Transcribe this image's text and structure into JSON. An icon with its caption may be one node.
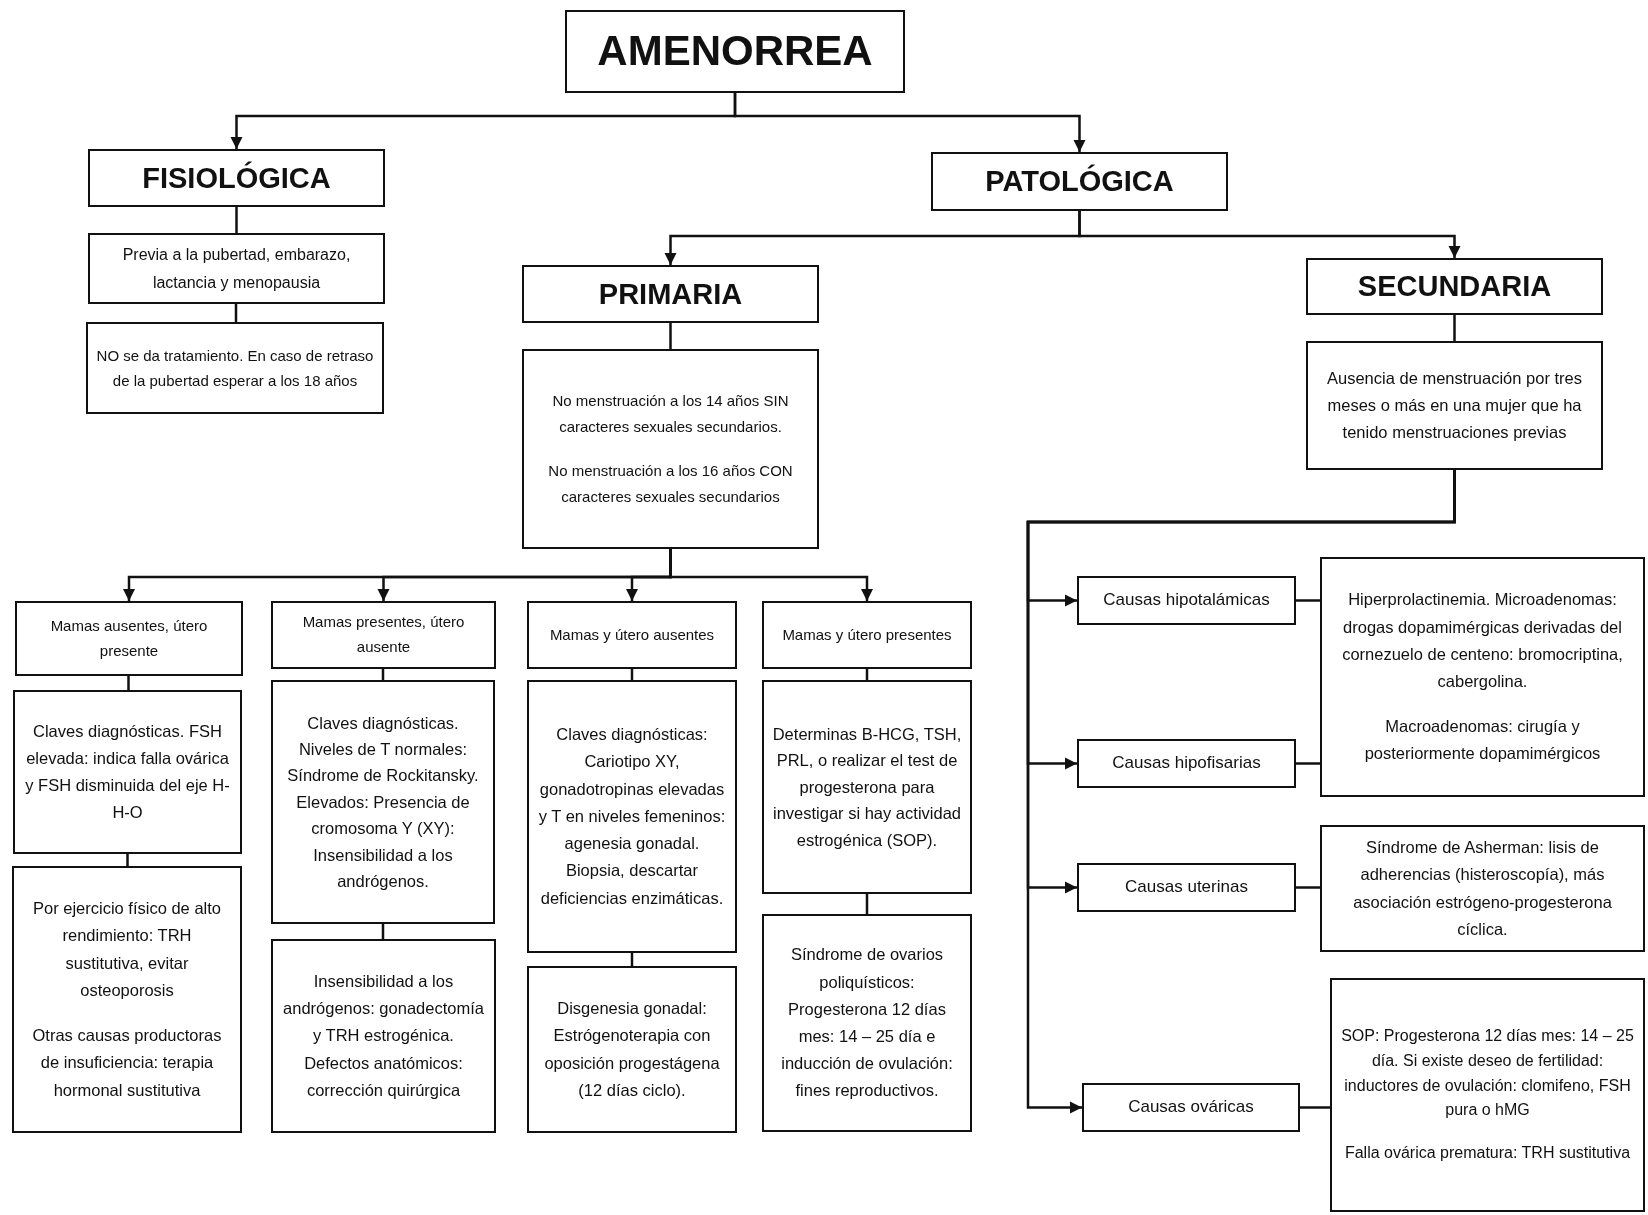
{
  "diagram": {
    "nodes": [
      {
        "text": [
          "AMENORREA"
        ]
      },
      {
        "text": [
          "FISIOLÓGICA"
        ]
      },
      {
        "text": [
          "Previa a la pubertad, embarazo, lactancia y menopausia"
        ]
      },
      {
        "text": [
          "NO se da tratamiento. En caso de retraso de la pubertad esperar a los 18 años"
        ]
      },
      {
        "text": [
          "PATOLÓGICA"
        ]
      },
      {
        "text": [
          "PRIMARIA"
        ]
      },
      {
        "text": [
          "No menstruación a los 14 años SIN caracteres sexuales secundarios.",
          "No menstruación a los 16 años CON caracteres sexuales secundarios"
        ]
      },
      {
        "text": [
          "SECUNDARIA"
        ]
      },
      {
        "text": [
          "Ausencia de menstruación por tres meses o más en una mujer que ha tenido menstruaciones previas"
        ]
      },
      {
        "text": [
          "Mamas ausentes, útero presente"
        ]
      },
      {
        "text": [
          "Claves diagnósticas. FSH elevada: indica falla ovárica y FSH disminuida del eje H- H-O"
        ]
      },
      {
        "text": [
          "Por ejercicio físico de alto rendimiento: TRH sustitutiva, evitar osteoporosis",
          "Otras causas productoras de insuficiencia: terapia hormonal sustitutiva"
        ]
      },
      {
        "text": [
          "Mamas presentes, útero ausente"
        ]
      },
      {
        "text": [
          "Claves diagnósticas. Niveles de T normales: Síndrome de Rockitansky. Elevados: Presencia de cromosoma Y (XY): Insensibilidad a los andrógenos."
        ]
      },
      {
        "text": [
          "Insensibilidad a los andrógenos: gonadectomía y TRH estrogénica. Defectos anatómicos: corrección quirúrgica"
        ]
      },
      {
        "text": [
          "Mamas y útero ausentes"
        ]
      },
      {
        "text": [
          "Claves diagnósticas: Cariotipo XY, gonadotropinas elevadas y T en niveles femeninos: agenesia gonadal. Biopsia, descartar deficiencias enzimáticas."
        ]
      },
      {
        "text": [
          "Disgenesia gonadal: Estrógenoterapia con oposición progestágena (12 días ciclo)."
        ]
      },
      {
        "text": [
          "Mamas y útero presentes"
        ]
      },
      {
        "text": [
          "Determinas B-HCG, TSH, PRL, o realizar el test de progesterona para investigar si hay actividad estrogénica (SOP)."
        ]
      },
      {
        "text": [
          "Síndrome de ovarios poliquísticos: Progesterona 12 días mes: 14 – 25 día e inducción de ovulación: fines reproductivos."
        ]
      },
      {
        "text": [
          "Causas hipotalámicas"
        ]
      },
      {
        "text": [
          "Causas hipofisarias"
        ]
      },
      {
        "text": [
          "Causas uterinas"
        ]
      },
      {
        "text": [
          "Causas ováricas"
        ]
      },
      {
        "text": [
          "Hiperprolactinemia. Microadenomas: drogas dopamimérgicas derivadas del cornezuelo de centeno: bromocriptina,  cabergolina.",
          "Macroadenomas: cirugía y posteriormente dopamimérgicos"
        ]
      },
      {
        "text": [
          "Síndrome de Asherman: lisis de adherencias (histeroscopía), más asociación estrógeno-progesterona cíclica."
        ]
      },
      {
        "text": [
          "SOP: Progesterona 12 días mes: 14 – 25 día. Si existe deseo de fertilidad: inductores de ovulación: clomifeno, FSH pura o hMG",
          "Falla ovárica prematura: TRH sustitutiva"
        ]
      }
    ],
    "edges": [
      {
        "from": 0,
        "to": 1,
        "arrow": "to"
      },
      {
        "from": 0,
        "to": 4,
        "arrow": "to"
      },
      {
        "from": 1,
        "to": 2,
        "arrow": "none"
      },
      {
        "from": 2,
        "to": 3,
        "arrow": "none"
      },
      {
        "from": 4,
        "to": 5,
        "arrow": "to"
      },
      {
        "from": 4,
        "to": 7,
        "arrow": "to"
      },
      {
        "from": 5,
        "to": 6,
        "arrow": "none"
      },
      {
        "from": 7,
        "to": 8,
        "arrow": "none"
      },
      {
        "from": 6,
        "to": 9,
        "arrow": "to"
      },
      {
        "from": 6,
        "to": 12,
        "arrow": "to"
      },
      {
        "from": 6,
        "to": 15,
        "arrow": "to"
      },
      {
        "from": 6,
        "to": 18,
        "arrow": "to"
      },
      {
        "from": 9,
        "to": 10,
        "arrow": "none"
      },
      {
        "from": 10,
        "to": 11,
        "arrow": "none"
      },
      {
        "from": 12,
        "to": 13,
        "arrow": "none"
      },
      {
        "from": 13,
        "to": 14,
        "arrow": "none"
      },
      {
        "from": 15,
        "to": 16,
        "arrow": "none"
      },
      {
        "from": 16,
        "to": 17,
        "arrow": "none"
      },
      {
        "from": 18,
        "to": 19,
        "arrow": "none"
      },
      {
        "from": 19,
        "to": 20,
        "arrow": "none"
      },
      {
        "from": 8,
        "to": 21,
        "arrow": "to"
      },
      {
        "from": 8,
        "to": 22,
        "arrow": "to"
      },
      {
        "from": 8,
        "to": 23,
        "arrow": "to"
      },
      {
        "from": 8,
        "to": 24,
        "arrow": "to"
      },
      {
        "from": 21,
        "to": 25,
        "arrow": "none"
      },
      {
        "from": 22,
        "to": 25,
        "arrow": "none"
      },
      {
        "from": 23,
        "to": 26,
        "arrow": "none"
      },
      {
        "from": 24,
        "to": 27,
        "arrow": "none"
      }
    ]
  }
}
